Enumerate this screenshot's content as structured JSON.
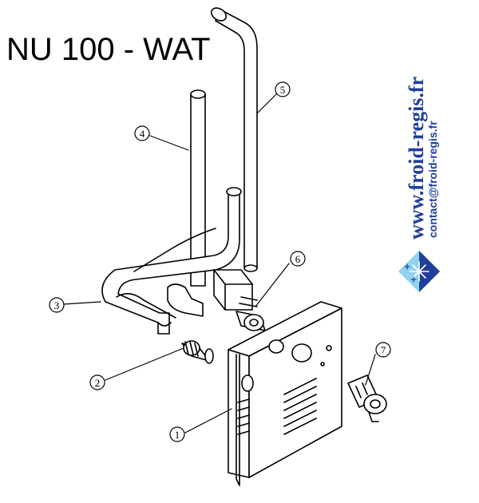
{
  "title": "NU 100 - WAT",
  "brand": {
    "url": "www.froid-regis.fr",
    "email": "contact@froid-regis.fr"
  },
  "callouts": [
    "1",
    "2",
    "3",
    "4",
    "5",
    "6",
    "7"
  ],
  "colors": {
    "line": "#000000",
    "brand": "#1f3f9a",
    "logo_light": "#8fd3ef",
    "logo_dark": "#1f3f9a"
  }
}
